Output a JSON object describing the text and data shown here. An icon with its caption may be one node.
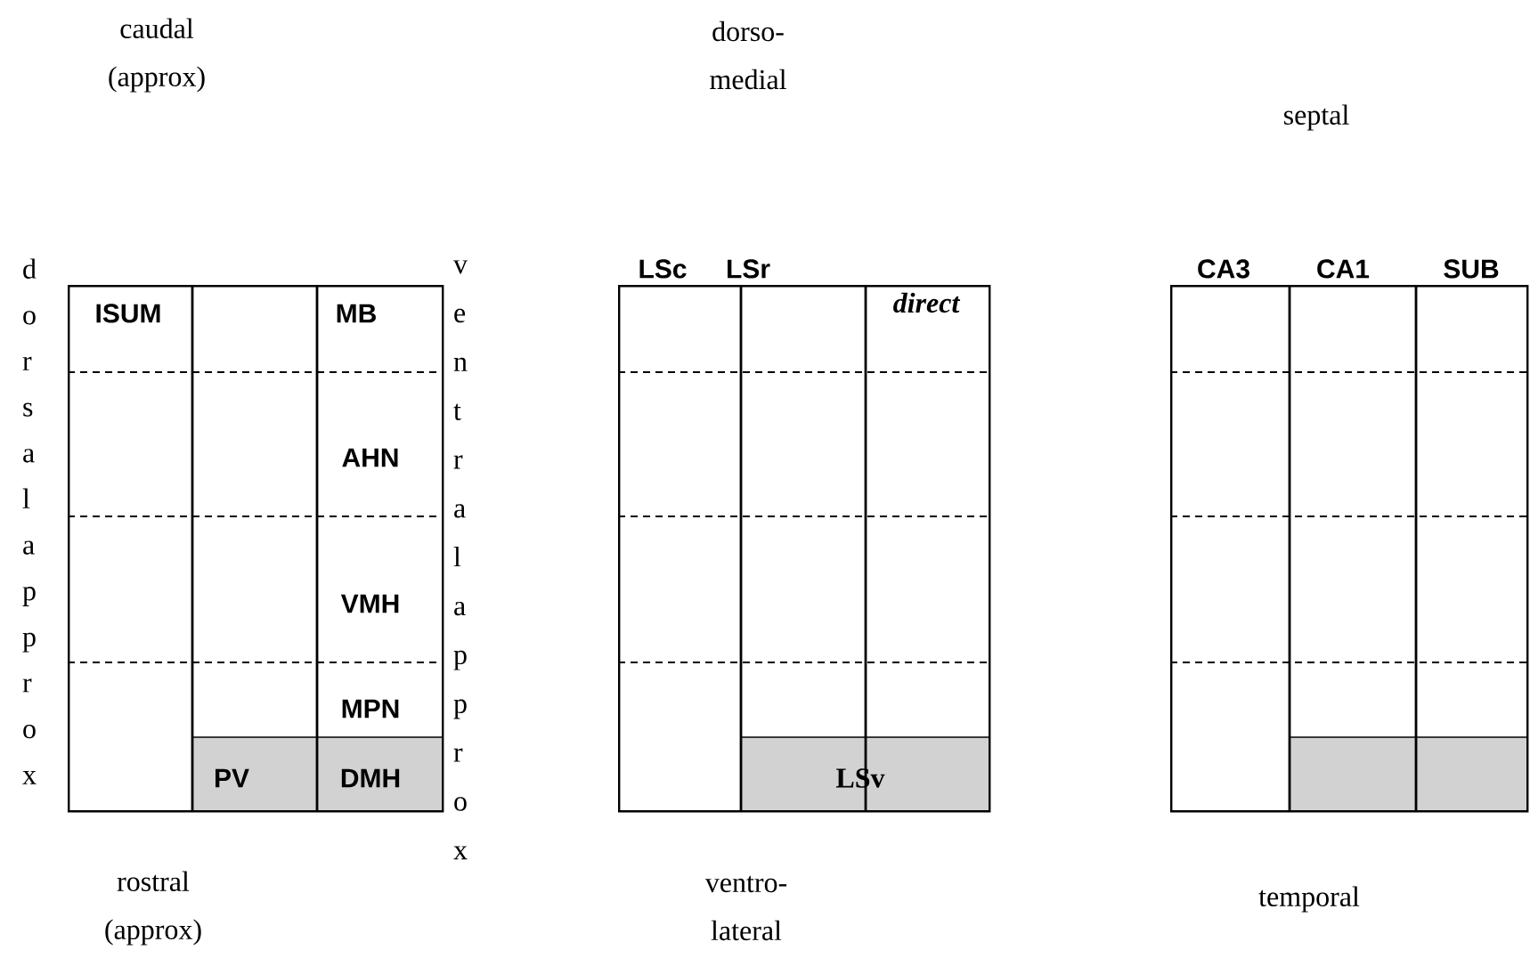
{
  "diagram": {
    "nodes": [
      {
        "text": [
          "ISUM",
          "MB",
          "AHN",
          "VMH",
          "MPN",
          "PV",
          "DMH"
        ]
      },
      {
        "text": [
          "LSc",
          "LSr",
          "direct",
          "LSv"
        ]
      },
      {
        "text": [
          "CA3",
          "CA1",
          "SUB"
        ]
      }
    ],
    "labels": [
      "caudal (approx)",
      "dorso- medial",
      "septal",
      "dorsal approx",
      "ventral approx",
      "rostral (approx)",
      "ventro- lateral",
      "temporal"
    ]
  }
}
